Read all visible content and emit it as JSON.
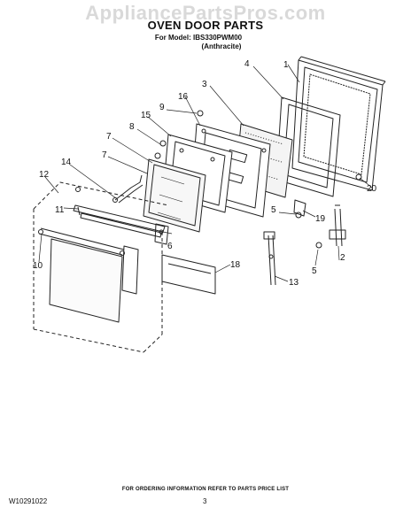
{
  "watermark": "AppliancePartsPros.com",
  "header": {
    "title": "OVEN DOOR PARTS",
    "model_line": "For Model: IBS330PWM00",
    "color_line": "(Anthracite)"
  },
  "callouts": [
    "1",
    "2",
    "3",
    "4",
    "5",
    "5",
    "6",
    "7",
    "7",
    "8",
    "9",
    "10",
    "11",
    "12",
    "13",
    "14",
    "15",
    "16",
    "18",
    "19",
    "20"
  ],
  "footer": {
    "ordering_note": "FOR ORDERING INFORMATION REFER TO PARTS PRICE LIST",
    "document_number": "W10291022",
    "page_number": "3"
  }
}
